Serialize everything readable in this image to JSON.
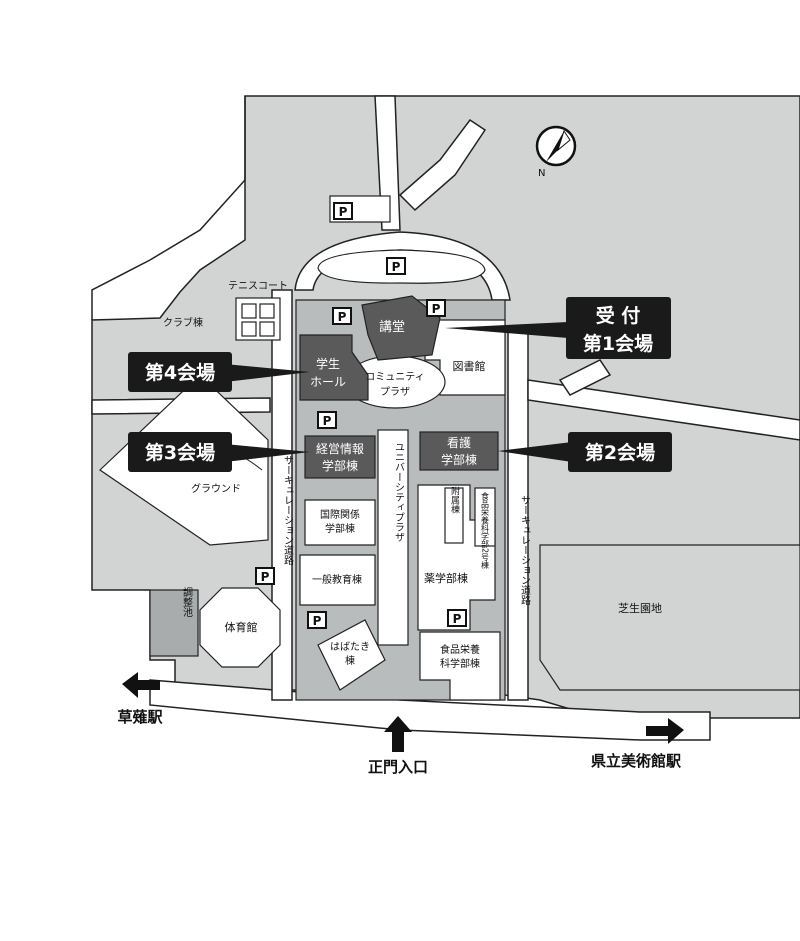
{
  "colors": {
    "land": "#d2d4d4",
    "road": "#ffffff",
    "campus": "#b9bcbd",
    "building": "#ffffff",
    "venue": "#5a5a5a",
    "callout": "#1a1a1a",
    "line": "#222222"
  },
  "compass": {
    "label": "N"
  },
  "venues": {
    "reception": {
      "line1": "受 付",
      "line2": "第1会場"
    },
    "hall2": "第2会場",
    "hall3": "第3会場",
    "hall4": "第4会場"
  },
  "buildings": {
    "auditorium": "講堂",
    "library": "図書館",
    "student_hall_1": "学生",
    "student_hall_2": "ホール",
    "community_plaza_1": "コミュニティ",
    "community_plaza_2": "プラザ",
    "management_1": "経営情報",
    "management_2": "学部棟",
    "nursing_1": "看護",
    "nursing_2": "学部棟",
    "intl_relations_1": "国際関係",
    "intl_relations_2": "学部棟",
    "general_education": "一般教育棟",
    "pharmacy": "薬学部棟",
    "annex": "附属棟",
    "food_nutrition_2": "食品栄養科学部2号棟",
    "food_nutrition_1": "食品栄養",
    "food_nutrition_1b": "科学部棟",
    "habataki_1": "はばたき",
    "habataki_2": "棟",
    "gymnasium": "体育館",
    "tennis_court": "テニスコート",
    "club_house": "クラブ棟",
    "ground": "グラウンド",
    "pond": "調整池",
    "lawn": "芝生園地",
    "university_plaza": "ユニバーシティプラザ",
    "circulation_road_left": "サーキュレーション道路",
    "circulation_road_right": "サーキュレーション道路"
  },
  "parking_label": "P",
  "stations": {
    "left": "草薙駅",
    "right": "県立美術館駅"
  },
  "main_gate": "正門入口"
}
